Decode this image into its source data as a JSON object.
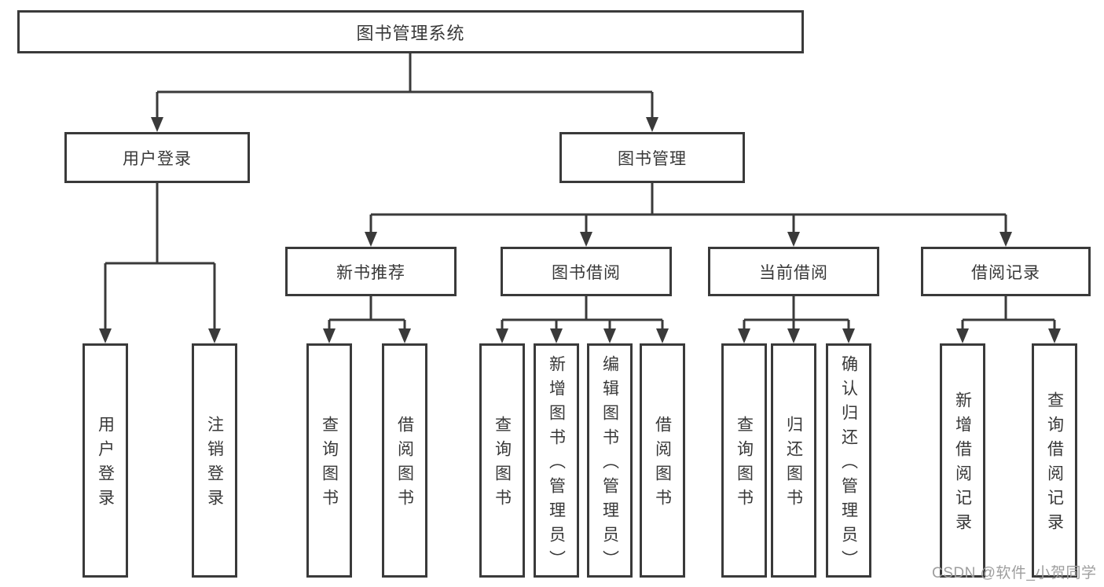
{
  "diagram": {
    "root": {
      "label": "图书管理系统"
    },
    "level2": [
      {
        "label": "用户登录"
      },
      {
        "label": "图书管理"
      }
    ],
    "level3": [
      {
        "label": "新书推荐",
        "parent": "图书管理"
      },
      {
        "label": "图书借阅",
        "parent": "图书管理"
      },
      {
        "label": "当前借阅",
        "parent": "图书管理"
      },
      {
        "label": "借阅记录",
        "parent": "图书管理"
      }
    ],
    "leaves": [
      {
        "label": "用户登录",
        "parent": "用户登录"
      },
      {
        "label": "注销登录",
        "parent": "用户登录"
      },
      {
        "label": "查询图书",
        "parent": "新书推荐"
      },
      {
        "label": "借阅图书",
        "parent": "新书推荐"
      },
      {
        "label": "查询图书",
        "parent": "图书借阅"
      },
      {
        "label": "新增图书（管理员）",
        "parent": "图书借阅"
      },
      {
        "label": "编辑图书（管理员）",
        "parent": "图书借阅"
      },
      {
        "label": "借阅图书",
        "parent": "图书借阅"
      },
      {
        "label": "查询图书",
        "parent": "当前借阅"
      },
      {
        "label": "归还图书",
        "parent": "当前借阅"
      },
      {
        "label": "确认归还（管理员）",
        "parent": "当前借阅"
      },
      {
        "label": "新增借阅记录",
        "parent": "借阅记录"
      },
      {
        "label": "查询借阅记录",
        "parent": "借阅记录"
      }
    ]
  },
  "watermark": {
    "text": "CSDN @软件_小贺同学",
    "color": "#9e9e9e"
  },
  "colors": {
    "line": "#3a3a3a",
    "text": "#383838",
    "background": "#ffffff"
  }
}
